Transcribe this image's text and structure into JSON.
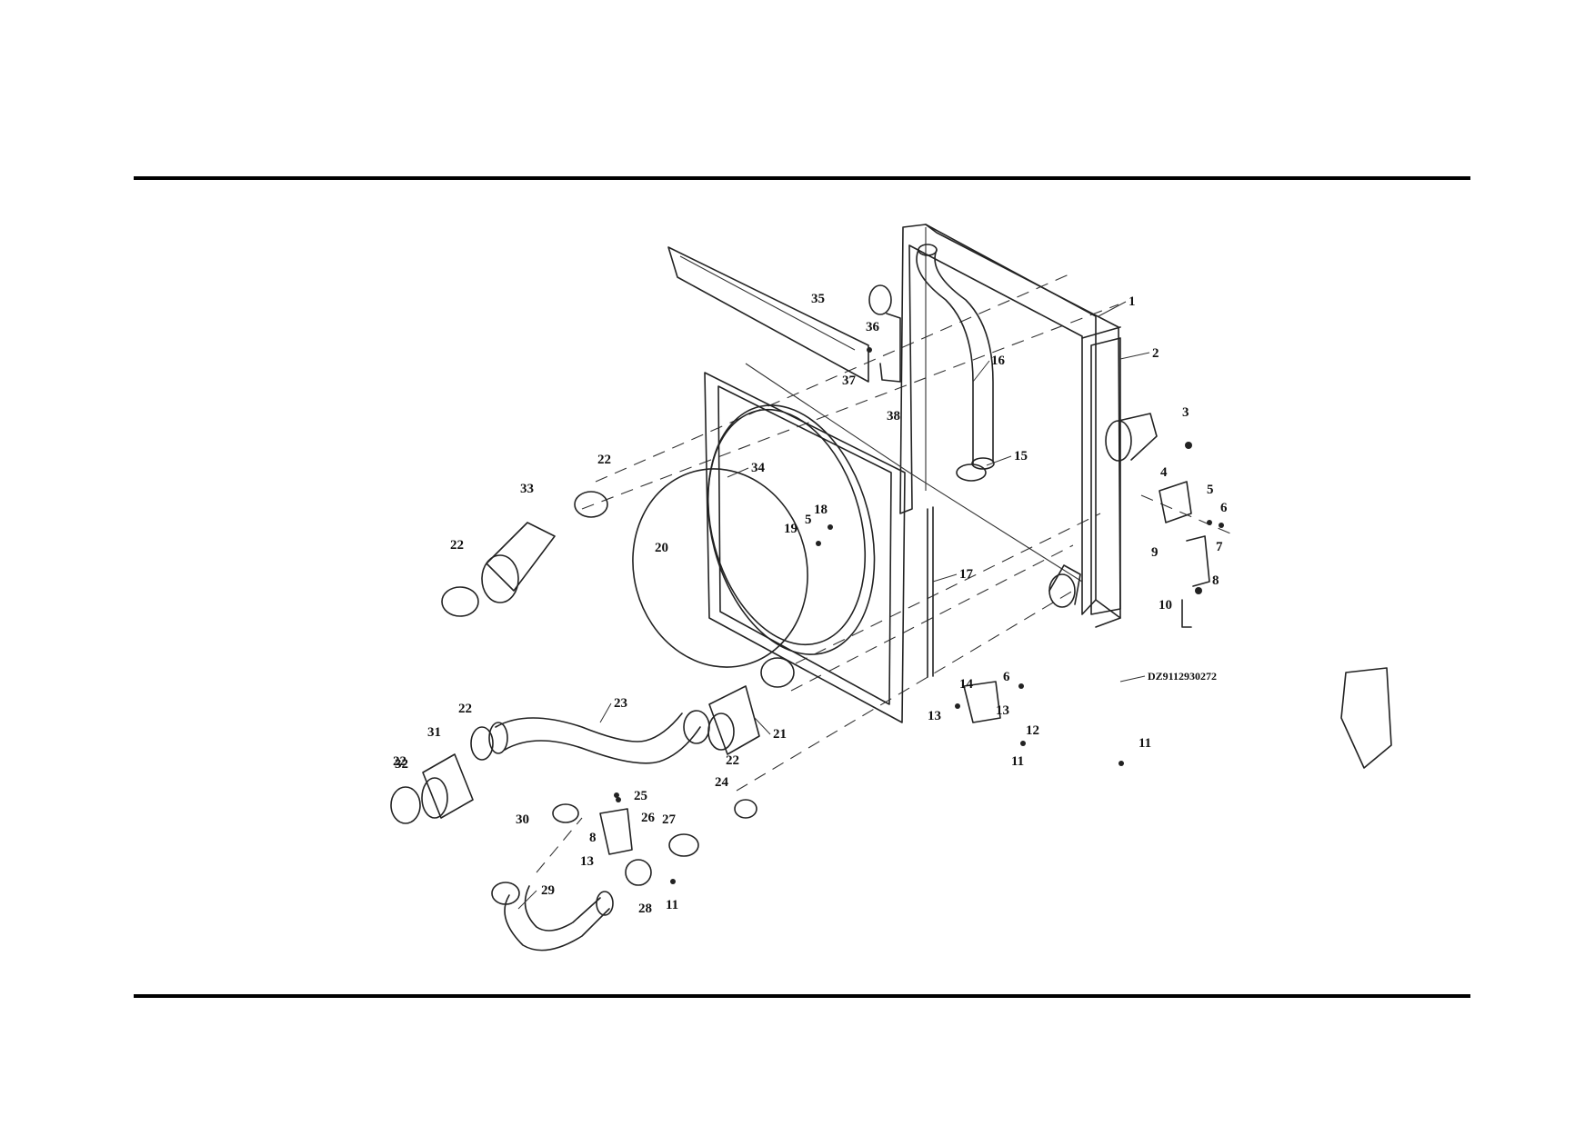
{
  "part_code": "DZ9112930272",
  "callouts": [
    "1",
    "2",
    "3",
    "4",
    "5",
    "6",
    "7",
    "8",
    "9",
    "10",
    "11",
    "11",
    "11",
    "12",
    "13",
    "13",
    "13",
    "14",
    "15",
    "16",
    "17",
    "18",
    "19",
    "20",
    "21",
    "22",
    "22",
    "22",
    "22",
    "22",
    "23",
    "24",
    "25",
    "26",
    "27",
    "28",
    "29",
    "30",
    "31",
    "32",
    "33",
    "34",
    "35",
    "36",
    "37",
    "38",
    "8",
    "5",
    "6"
  ]
}
